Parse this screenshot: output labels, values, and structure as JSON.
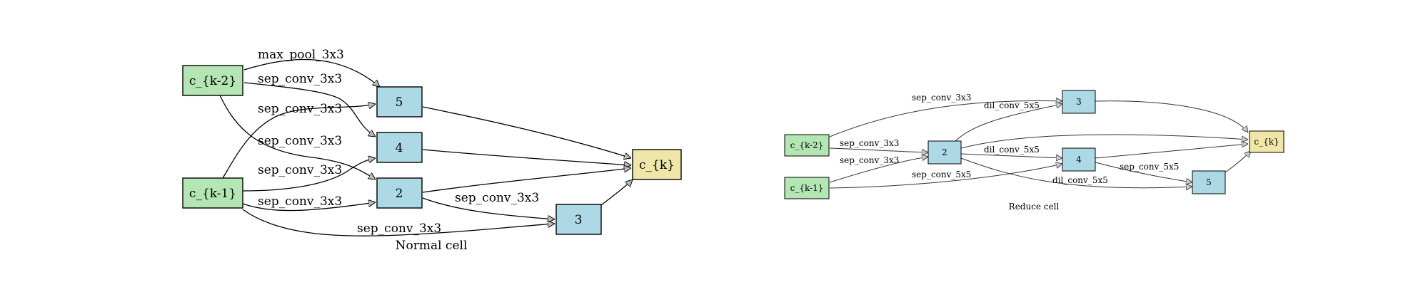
{
  "colors": {
    "input_node": "#b3e6b3",
    "op_node": "#add8e6",
    "output_node": "#f0e6a8",
    "arrowhead": "#bbbbbb"
  },
  "normal_cell": {
    "caption": "Normal cell",
    "nodes": {
      "ck2": "c_{k-2}",
      "ck1": "c_{k-1}",
      "n5": "5",
      "n4": "4",
      "n2": "2",
      "n3": "3",
      "ck": "c_{k}"
    },
    "edge_labels": {
      "ck2_to_5": "max_pool_3x3",
      "ck2_to_4": "sep_conv_3x3",
      "ck1_to_5": "sep_conv_3x3",
      "ck2_to_2": "sep_conv_3x3",
      "ck1_to_4": "sep_conv_3x3",
      "ck1_to_2": "sep_conv_3x3",
      "n2_to_3": "sep_conv_3x3",
      "ck1_to_3": "sep_conv_3x3"
    }
  },
  "reduce_cell": {
    "caption": "Reduce cell",
    "nodes": {
      "ck2": "c_{k-2}",
      "ck1": "c_{k-1}",
      "n2": "2",
      "n3": "3",
      "n4": "4",
      "n5": "5",
      "ck": "c_{k}"
    },
    "edge_labels": {
      "ck2_to_3": "sep_conv_3x3",
      "n2_to_3": "dil_conv_5x5",
      "ck2_to_2": "sep_conv_3x3",
      "ck1_to_2": "sep_conv_3x3",
      "n2_to_4": "dil_conv_5x5",
      "ck1_to_4": "sep_conv_5x5",
      "n4_to_5": "sep_conv_5x5",
      "n2_to_5": "dil_conv_5x5"
    }
  }
}
